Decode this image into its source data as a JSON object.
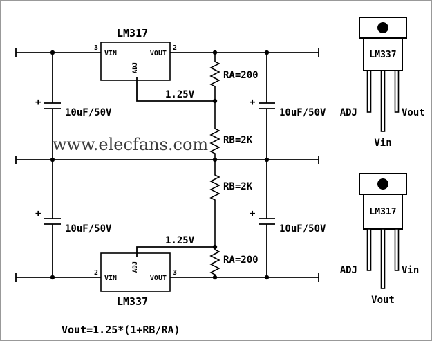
{
  "watermark": "www.elecfans.com",
  "formula": "Vout=1.25*(1+RB/RA)",
  "plus": "+",
  "top_circuit": {
    "ic_label": "LM317",
    "vin": "VIN",
    "vout": "VOUT",
    "adj": "ADJ",
    "pin_left": "3",
    "pin_right": "2",
    "ref": "1.25V",
    "ra": "RA=200",
    "rb": "RB=2K",
    "cap_left": "10uF/50V",
    "cap_right": "10uF/50V"
  },
  "bottom_circuit": {
    "ic_label": "LM337",
    "vin": "VIN",
    "vout": "VOUT",
    "adj": "ADJ",
    "pin_left": "2",
    "pin_right": "3",
    "ref": "1.25V",
    "ra": "RA=200",
    "rb": "RB=2K",
    "cap_left": "10uF/50V",
    "cap_right": "10uF/50V"
  },
  "package_top": {
    "name": "LM337",
    "pin_left": "ADJ",
    "pin_right": "Vout",
    "pin_middle": "Vin"
  },
  "package_bottom": {
    "name": "LM317",
    "pin_left": "ADJ",
    "pin_right": "Vin",
    "pin_middle": "Vout"
  }
}
